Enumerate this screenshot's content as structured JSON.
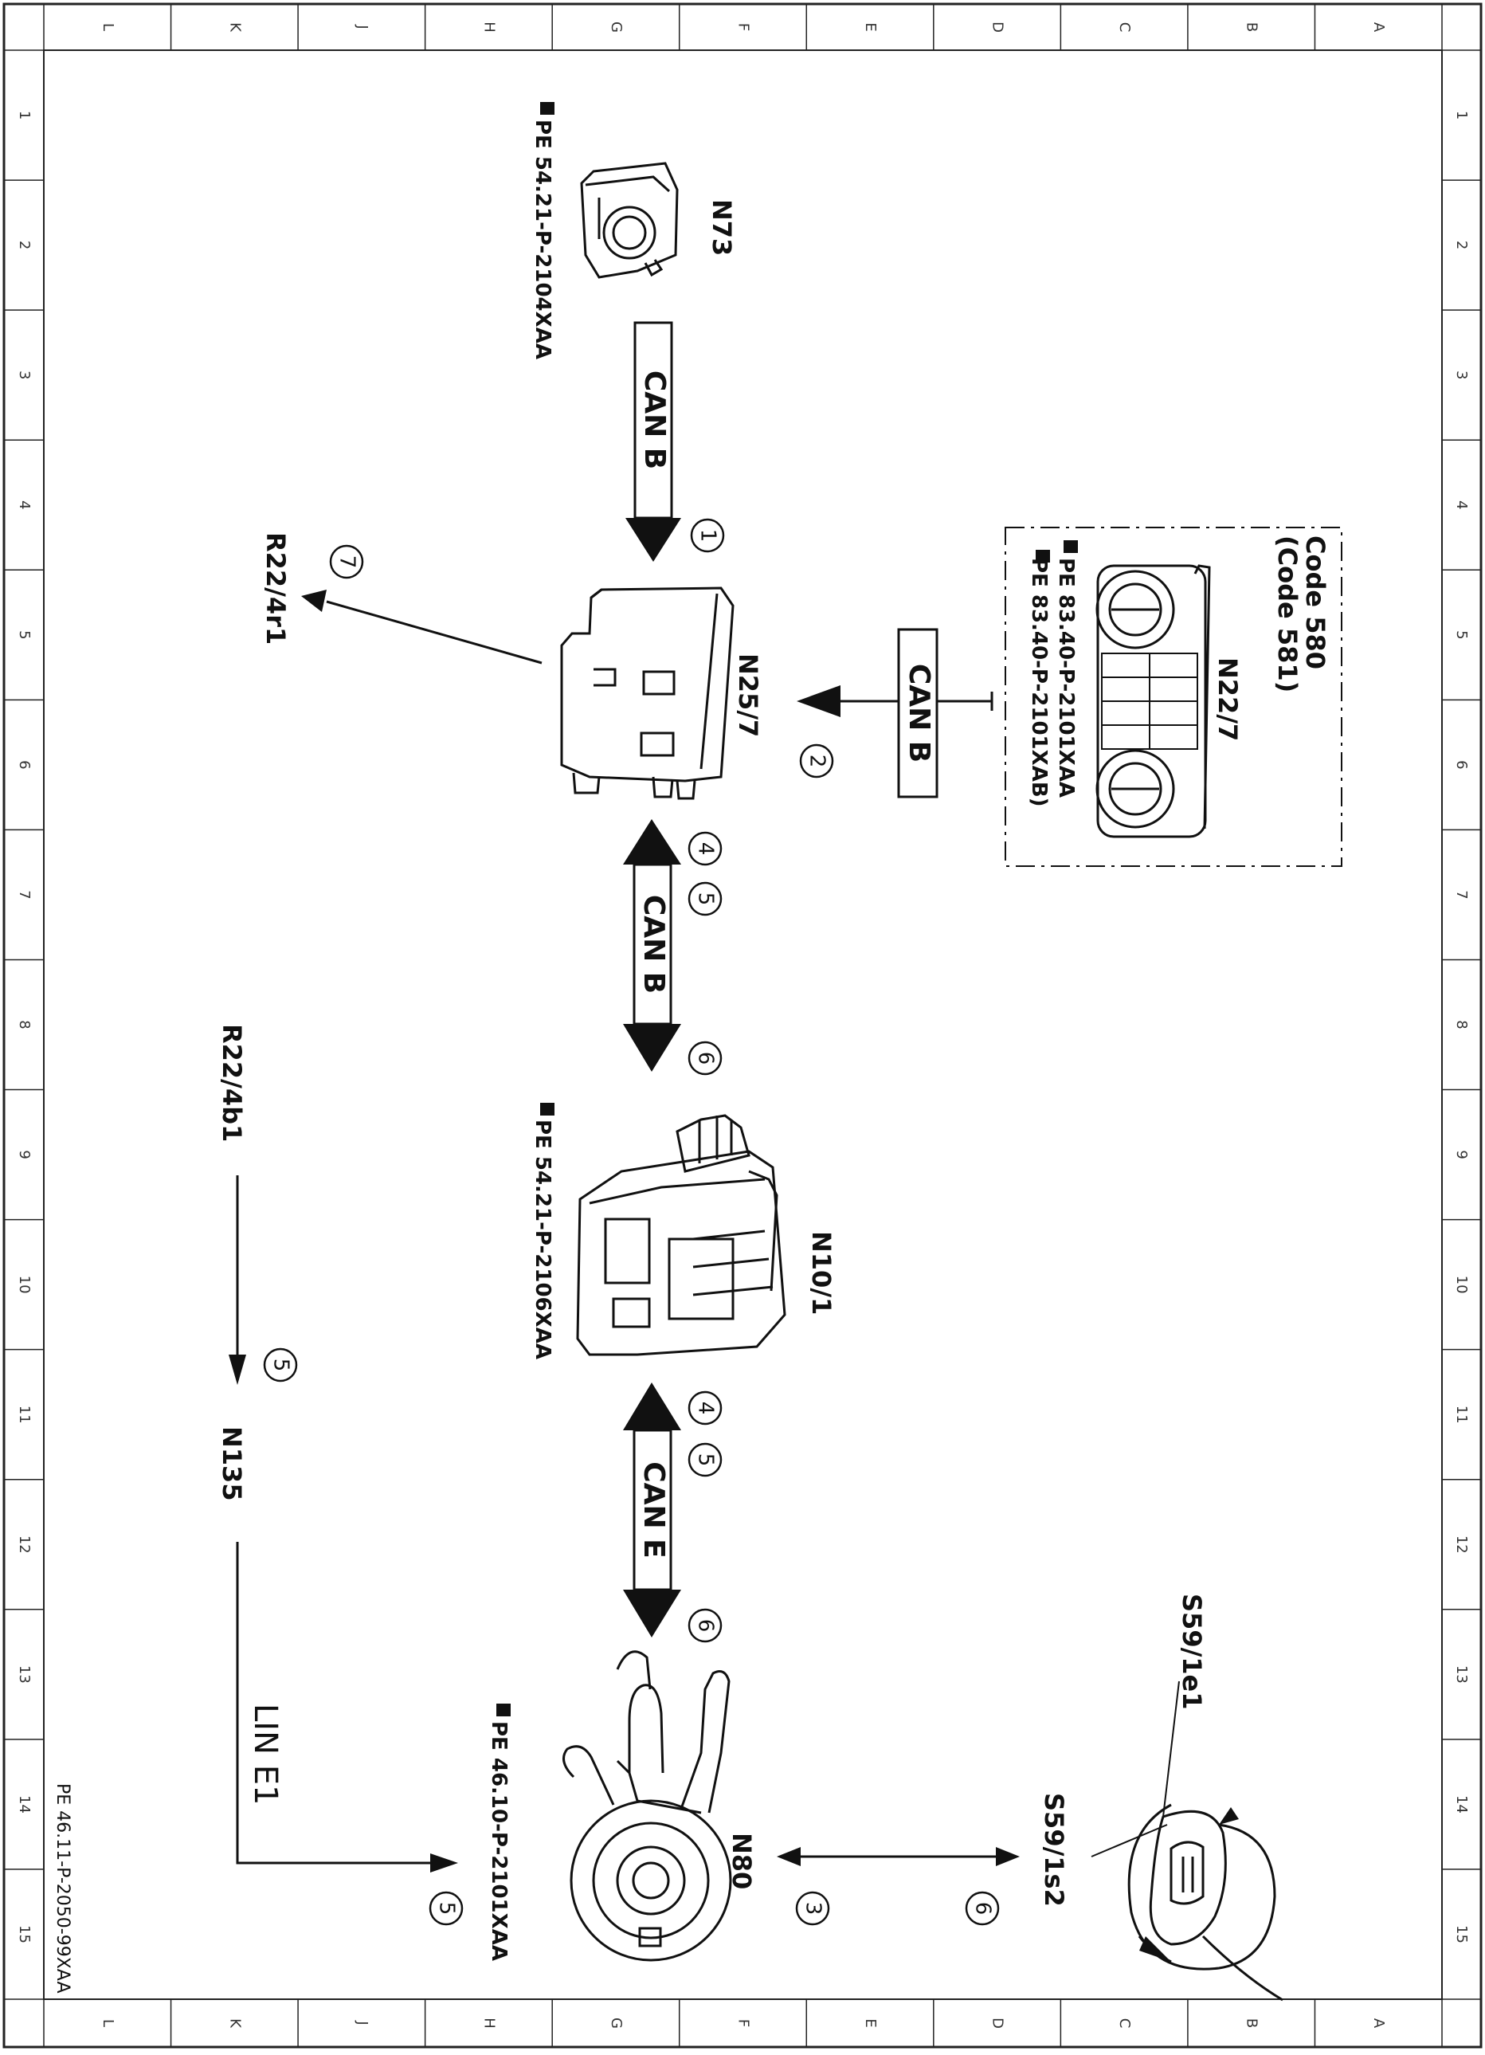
{
  "frame": {
    "columns": [
      "L",
      "K",
      "J",
      "H",
      "G",
      "F",
      "E",
      "D",
      "C",
      "B",
      "A"
    ],
    "rows": [
      "1",
      "2",
      "3",
      "4",
      "5",
      "6",
      "7",
      "8",
      "9",
      "10",
      "11",
      "12",
      "13",
      "14",
      "15"
    ],
    "footer_code": "PE 46.11-P-2050-99XAA"
  },
  "components": {
    "n73": {
      "name": "N73",
      "ref": "PE 54.21-P-2104XAA"
    },
    "n25_7": {
      "name": "N25/7"
    },
    "n22_7": {
      "name": "N22/7",
      "code1": "Code 580",
      "code2": "(Code 581)",
      "ref1": "PE 83.40-P-2101XAA",
      "ref2": "PE 83.40-P-2101XAB)"
    },
    "n10_1": {
      "name": "N10/1",
      "ref": "PE 54.21-P-2106XAA"
    },
    "n80": {
      "name": "N80",
      "ref": "PE 46.10-P-2101XAA"
    },
    "r22_4r1": {
      "name": "R22/4r1"
    },
    "r22_4b1": {
      "name": "R22/4b1"
    },
    "n135": {
      "name": "N135"
    },
    "s59_1e1": {
      "name": "S59/1e1"
    },
    "s59_1s2": {
      "name": "S59/1s2"
    }
  },
  "buses": {
    "n73_n25": "CAN B",
    "n22_n25": "CAN B",
    "n25_n10": "CAN B",
    "n10_n80": "CAN E",
    "lin": "LIN E1"
  },
  "markers": {
    "m1": "1",
    "m2": "2",
    "m7": "7",
    "m4a": "4",
    "m5a": "5",
    "m6a": "6",
    "m4b": "4",
    "m5b": "5",
    "m6b": "6",
    "m5c": "5",
    "m5d": "5",
    "m3": "3",
    "m6c": "6"
  }
}
